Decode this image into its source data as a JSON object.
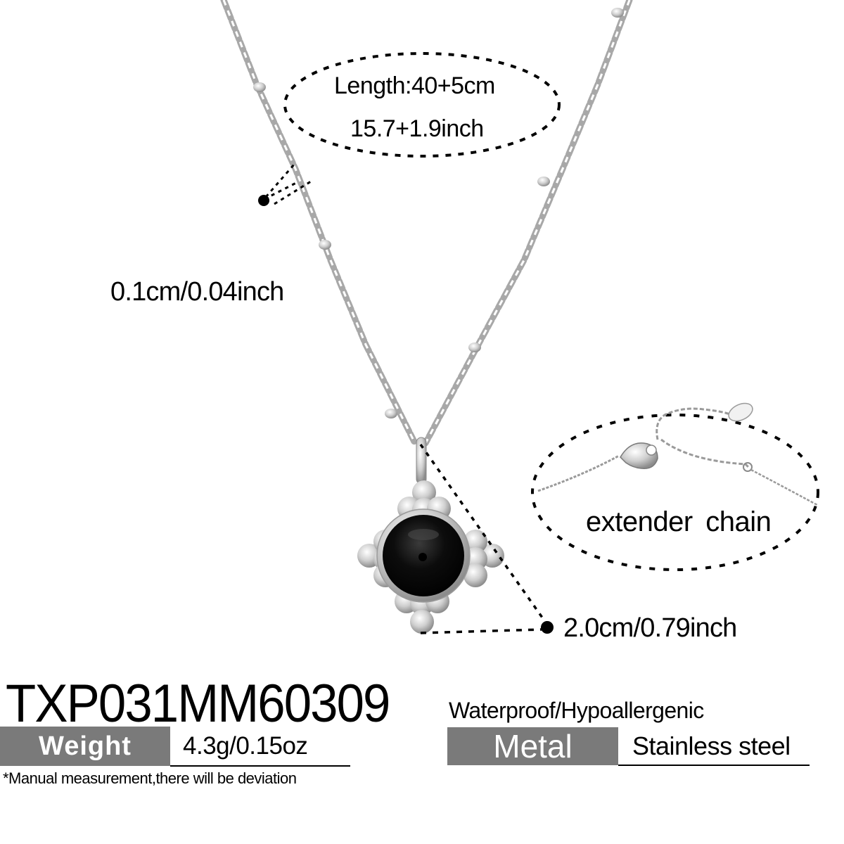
{
  "product": {
    "sku": "TXP031MM60309",
    "features": "Waterproof/Hypoallergenic",
    "note": "*Manual measurement,there will be deviation"
  },
  "dimensions": {
    "length_cm": "Length:40+5cm",
    "length_inch": "15.7+1.9inch",
    "chain_thickness": "0.1cm/0.04inch",
    "pendant_size": "2.0cm/0.79inch",
    "extender_label": "extender  chain"
  },
  "specs": {
    "weight": {
      "label": "Weight",
      "value": "4.3g/0.15oz"
    },
    "metal": {
      "label": "Metal",
      "value": "Stainless steel"
    }
  },
  "colors": {
    "label_bg": "#7a7a7a",
    "label_text": "#ffffff",
    "text": "#000000",
    "silver": "#c8c8c8",
    "stone": "#0a0a0a"
  }
}
